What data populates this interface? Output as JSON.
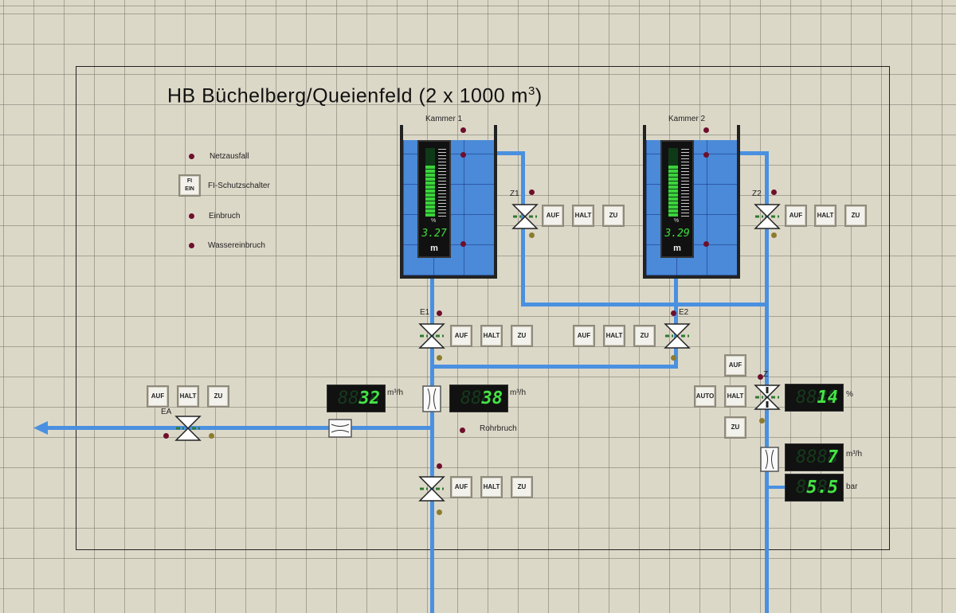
{
  "title": {
    "text": "HB Büchelberg/Queienfeld (2 x 1000 m",
    "sup": "3",
    "close": ")"
  },
  "alarms": [
    {
      "label": "Netzausfall",
      "type": "indicator"
    },
    {
      "label": "FI-Schutzschalter",
      "type": "button",
      "button_label": "FI EIN"
    },
    {
      "label": "Einbruch",
      "type": "indicator"
    },
    {
      "label": "Wassereinbruch",
      "type": "indicator"
    }
  ],
  "tanks": [
    {
      "label": "Kammer 1",
      "level_value": "3.27",
      "unit": "m",
      "bar_percent": 75,
      "percent_symbol": "%"
    },
    {
      "label": "Kammer 2",
      "level_value": "3.29",
      "unit": "m",
      "bar_percent": 75,
      "percent_symbol": "%"
    }
  ],
  "valves": {
    "Z1": {
      "label": "Z1",
      "buttons": [
        "AUF",
        "HALT",
        "ZU"
      ]
    },
    "Z2": {
      "label": "Z2",
      "buttons": [
        "AUF",
        "HALT",
        "ZU"
      ]
    },
    "E1": {
      "label": "E1",
      "buttons": [
        "AUF",
        "HALT",
        "ZU"
      ]
    },
    "E2": {
      "label": "E2",
      "buttons": [
        "AUF",
        "HALT",
        "ZU"
      ]
    },
    "EA": {
      "label": "EA",
      "buttons": [
        "AUF",
        "HALT",
        "ZU"
      ]
    },
    "Z": {
      "label": "Z",
      "buttons": [
        "AUF",
        "AUTO",
        "HALT",
        "ZU"
      ]
    },
    "V": {
      "label": "",
      "buttons": [
        "AUF",
        "HALT",
        "ZU"
      ]
    }
  },
  "displays": {
    "flow_out": {
      "value": "32",
      "ghost": "8888",
      "unit": "m³/h"
    },
    "flow_in": {
      "value": "38",
      "ghost": "8888",
      "unit": "m³/h"
    },
    "z_position": {
      "value": "14",
      "ghost": "8888",
      "unit": "%"
    },
    "z_flow": {
      "value": "7",
      "ghost": "8888",
      "unit": "m³/h"
    },
    "z_pressure": {
      "value": "5.5",
      "ghost": "8888",
      "unit": "bar"
    }
  },
  "rohrbruch": {
    "label": "Rohrbruch"
  },
  "colors": {
    "pipe": "#4a90e0",
    "alarm_dot": "#6e0f2c",
    "status_dot": "#8d7b2e",
    "digit": "#44e344"
  }
}
